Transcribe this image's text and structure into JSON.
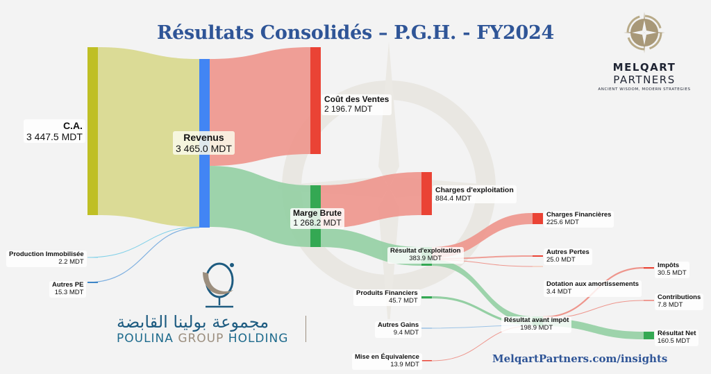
{
  "header": {
    "title": "Résultats Consolidés – P.G.H. - FY2024"
  },
  "branding": {
    "melqart": {
      "name_bold": "MELQART",
      "name_light": " PARTNERS",
      "tagline": "ANCIENT WISDOM, MODERN STRATEGIES"
    },
    "poulina": {
      "arabic": "مجموعة بولينا القابضة",
      "english_1": "POULINA ",
      "english_2": "GROUP ",
      "english_3": "HOLDING"
    },
    "footer_link": "MelqartPartners.com/insights"
  },
  "colors": {
    "title": "#2f5597",
    "ca": "#bfbf24",
    "revenus": "#4285f4",
    "cost": "#ea4335",
    "profit": "#34a853",
    "link_ca": "#d8d88c",
    "link_cost": "#ee958c",
    "link_profit": "#94cfa3",
    "link_blue": "#7fb0e0",
    "link_teal": "#7fd0e8"
  },
  "nodes": {
    "ca": {
      "name": "C.A.",
      "value": "3 447.5 MDT"
    },
    "revenus": {
      "name": "Revenus",
      "value": "3 465.0 MDT"
    },
    "cout_ventes": {
      "name": "Coût des Ventes",
      "value": "2 196.7 MDT"
    },
    "marge_brute": {
      "name": "Marge Brute",
      "value": "1 268.2 MDT"
    },
    "charges_exploitation": {
      "name": "Charges d'exploitation",
      "value": "884.4 MDT"
    },
    "resultat_exploitation": {
      "name": "Résultat d'exploitation",
      "value": "383.9 MDT"
    },
    "charges_financieres": {
      "name": "Charges Financières",
      "value": "225.6 MDT"
    },
    "autres_pertes": {
      "name": "Autres Pertes",
      "value": "25.0 MDT"
    },
    "dotation": {
      "name": "Dotation aux amortissements",
      "value": "3.4 MDT"
    },
    "production_immobilisee": {
      "name": "Production Immobilisée",
      "value": "2.2 MDT"
    },
    "autres_pe": {
      "name": "Autres PE",
      "value": "15.3 MDT"
    },
    "produits_financiers": {
      "name": "Produits Financiers",
      "value": "45.7 MDT"
    },
    "autres_gains": {
      "name": "Autres Gains",
      "value": "9.4 MDT"
    },
    "mise_equivalence": {
      "name": "Mise en Équivalence",
      "value": "13.9 MDT"
    },
    "resultat_avant_impot": {
      "name": "Résultat avant impôt",
      "value": "198.9 MDT"
    },
    "impots": {
      "name": "Impôts",
      "value": "30.5 MDT"
    },
    "contributions": {
      "name": "Contributions",
      "value": "7.8 MDT"
    },
    "resultat_net": {
      "name": "Résultat Net",
      "value": "160.5 MDT"
    }
  },
  "chart_data": {
    "type": "sankey",
    "title": "Résultats Consolidés – P.G.H. - FY2024",
    "unit": "MDT",
    "nodes": [
      "C.A.",
      "Production Immobilisée",
      "Autres PE",
      "Revenus",
      "Coût des Ventes",
      "Marge Brute",
      "Charges d'exploitation",
      "Résultat d'exploitation",
      "Charges Financières",
      "Autres Pertes",
      "Dotation aux amortissements",
      "Produits Financiers",
      "Autres Gains",
      "Mise en Équivalence",
      "Résultat avant impôt",
      "Impôts",
      "Contributions",
      "Résultat Net"
    ],
    "links": [
      {
        "source": "C.A.",
        "target": "Revenus",
        "value": 3447.5
      },
      {
        "source": "Production Immobilisée",
        "target": "Revenus",
        "value": 2.2
      },
      {
        "source": "Autres PE",
        "target": "Revenus",
        "value": 15.3
      },
      {
        "source": "Revenus",
        "target": "Coût des Ventes",
        "value": 2196.7
      },
      {
        "source": "Revenus",
        "target": "Marge Brute",
        "value": 1268.2
      },
      {
        "source": "Marge Brute",
        "target": "Charges d'exploitation",
        "value": 884.4
      },
      {
        "source": "Marge Brute",
        "target": "Résultat d'exploitation",
        "value": 383.9
      },
      {
        "source": "Résultat d'exploitation",
        "target": "Charges Financières",
        "value": 225.6
      },
      {
        "source": "Résultat d'exploitation",
        "target": "Autres Pertes",
        "value": 25.0
      },
      {
        "source": "Résultat d'exploitation",
        "target": "Dotation aux amortissements",
        "value": 3.4
      },
      {
        "source": "Résultat d'exploitation",
        "target": "Résultat avant impôt",
        "value": 129.9
      },
      {
        "source": "Produits Financiers",
        "target": "Résultat avant impôt",
        "value": 45.7
      },
      {
        "source": "Autres Gains",
        "target": "Résultat avant impôt",
        "value": 9.4
      },
      {
        "source": "Mise en Équivalence",
        "target": "Résultat avant impôt",
        "value": 13.9
      },
      {
        "source": "Résultat avant impôt",
        "target": "Impôts",
        "value": 30.5
      },
      {
        "source": "Résultat avant impôt",
        "target": "Contributions",
        "value": 7.8
      },
      {
        "source": "Résultat avant impôt",
        "target": "Résultat Net",
        "value": 160.5
      }
    ]
  }
}
